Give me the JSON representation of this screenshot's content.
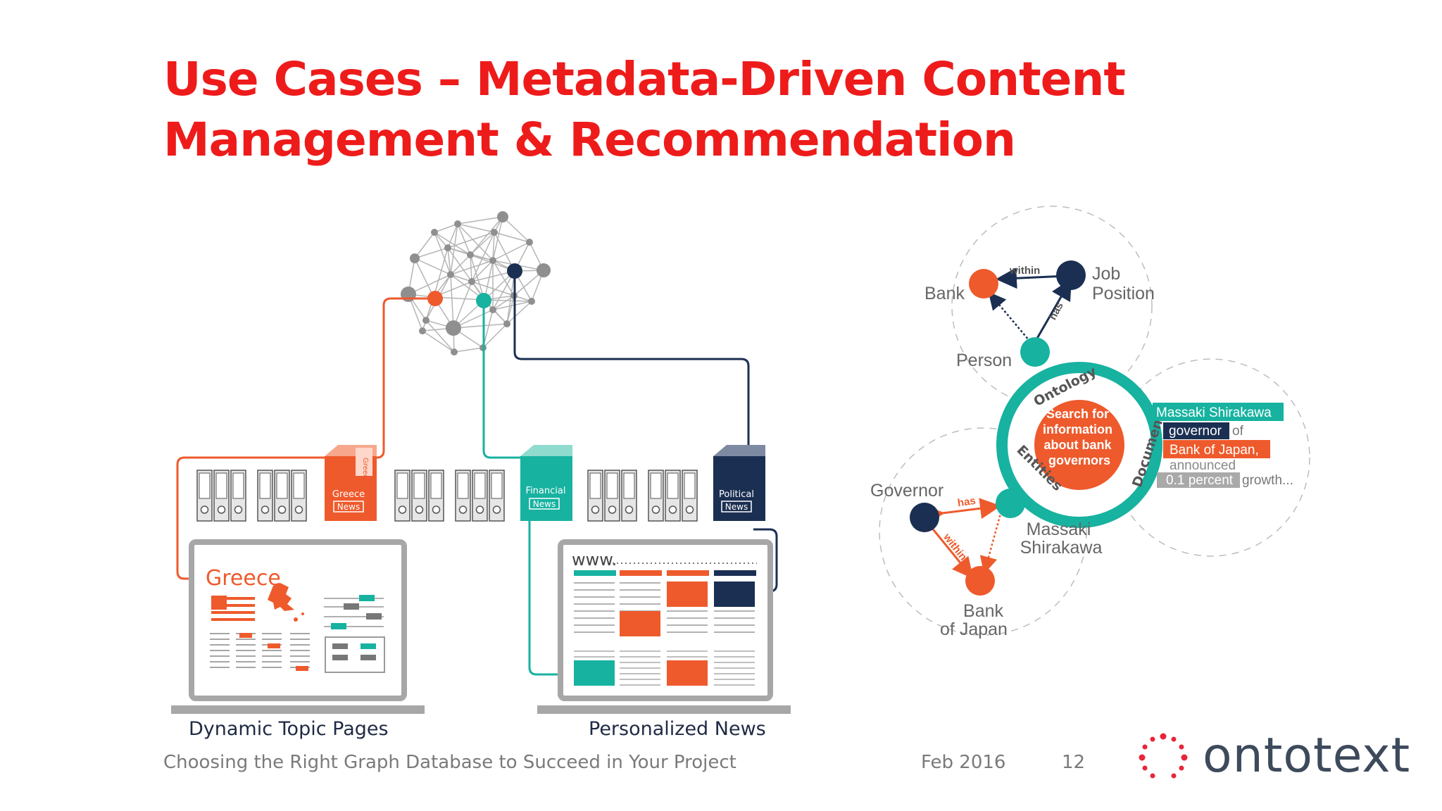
{
  "title": {
    "line1": "Use Cases – Metadata-Driven Content",
    "line2": "Management & Recommendation"
  },
  "left_diagram": {
    "binders": [
      {
        "label": "Greece",
        "sub": "News",
        "spine": "Greece",
        "color": "#ee5a2c"
      },
      {
        "label": "Financial",
        "sub": "News",
        "color": "#17b2a0"
      },
      {
        "label": "Political",
        "sub": "News",
        "color": "#1b2f52"
      }
    ],
    "laptop_left": {
      "heading": "Greece",
      "caption": "Dynamic Topic Pages"
    },
    "laptop_right": {
      "url": "www.",
      "caption": "Personalized News"
    }
  },
  "right_diagram": {
    "center_text": [
      "Search for",
      "information",
      "about bank",
      "governors"
    ],
    "ring_labels": {
      "top": "Ontology",
      "left": "Entities",
      "right": "Documents"
    },
    "ontology": {
      "bank": "Bank",
      "job": [
        "Job",
        "Position"
      ],
      "person": "Person",
      "edge_within": "within",
      "edge_has": "has"
    },
    "entities": {
      "governor": "Governor",
      "massaki": [
        "Massaki",
        "Shirakawa"
      ],
      "bank_of_japan": [
        "Bank",
        "of Japan"
      ],
      "edge_has": "has",
      "edge_within": "within"
    },
    "documents": {
      "name": "Massaki Shirakawa",
      "role": "governor",
      "of": "of",
      "org": "Bank of Japan,",
      "verb": "announced",
      "value": "0.1 percent",
      "rest": "growth..."
    }
  },
  "footer": {
    "text": "Choosing the Right Graph Database to Succeed in Your Project",
    "date": "Feb 2016",
    "page": "12",
    "logo": "ontotext"
  },
  "colors": {
    "title": "#ee1b1b",
    "orange": "#ee5a2c",
    "teal": "#17b2a0",
    "navy": "#1b2f52",
    "gray": "#9a9a9a",
    "logo_dots": "#e8253a"
  }
}
